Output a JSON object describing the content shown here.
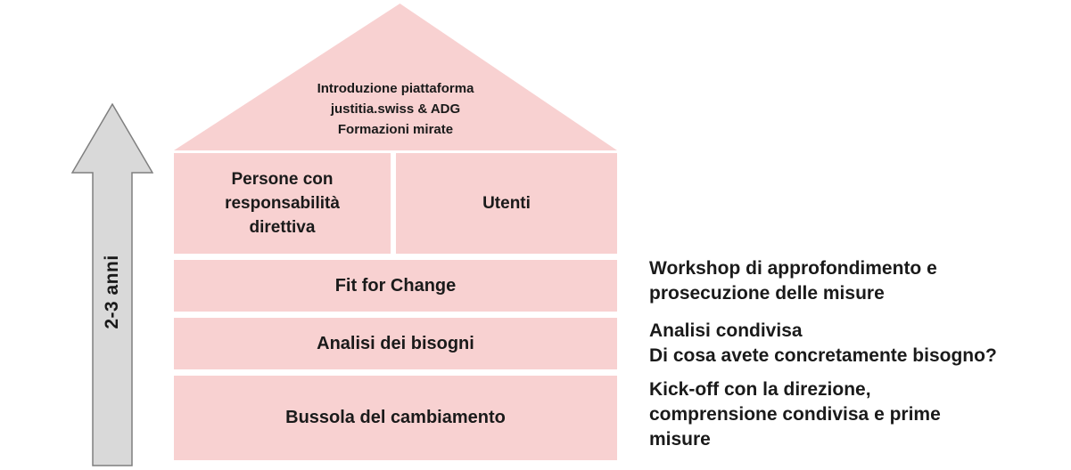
{
  "colors": {
    "pink": "#f8d1d1",
    "arrow_fill": "#d9d9d9",
    "arrow_border": "#7f7f7f",
    "text": "#1a1a1a"
  },
  "timeline": {
    "label": "2-3 anni"
  },
  "roof": {
    "lines": [
      "Introduzione piattaforma",
      "justitia.swiss & ADG",
      "Formazioni mirate"
    ]
  },
  "house": {
    "top_boxes": [
      {
        "label": "Persone con\nresponsabilità\ndirettiva"
      },
      {
        "label": "Utenti"
      }
    ],
    "rows": [
      {
        "label": "Fit for Change"
      },
      {
        "label": "Analisi dei bisogni"
      },
      {
        "label": "Bussola del cambiamento"
      }
    ]
  },
  "annotations": [
    {
      "text": "Workshop di approfondimento e\nprosecuzione delle misure"
    },
    {
      "text": "Analisi condivisa\nDi cosa avete concretamente bisogno?"
    },
    {
      "text": "Kick-off con la direzione,\ncomprensione condivisa e prime\nmisure"
    }
  ]
}
